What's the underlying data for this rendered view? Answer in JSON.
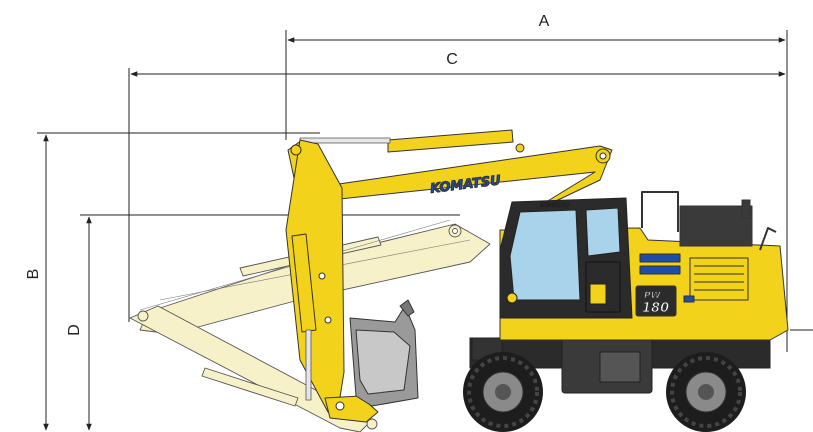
{
  "dimensions": {
    "A": "A",
    "B": "B",
    "C": "C",
    "D": "D"
  },
  "machine": {
    "boom_brand": "KOMATSU",
    "cab_brand": "KOMATSU",
    "model_prefix": "PW",
    "model_number": "180"
  },
  "colors": {
    "machine_yellow": "#f2d21a",
    "ghost_arm": "#f6f1c8",
    "dark": "#2b2b2b",
    "glass": "#a9d3ea",
    "brand_blue": "#1f4ea8"
  }
}
